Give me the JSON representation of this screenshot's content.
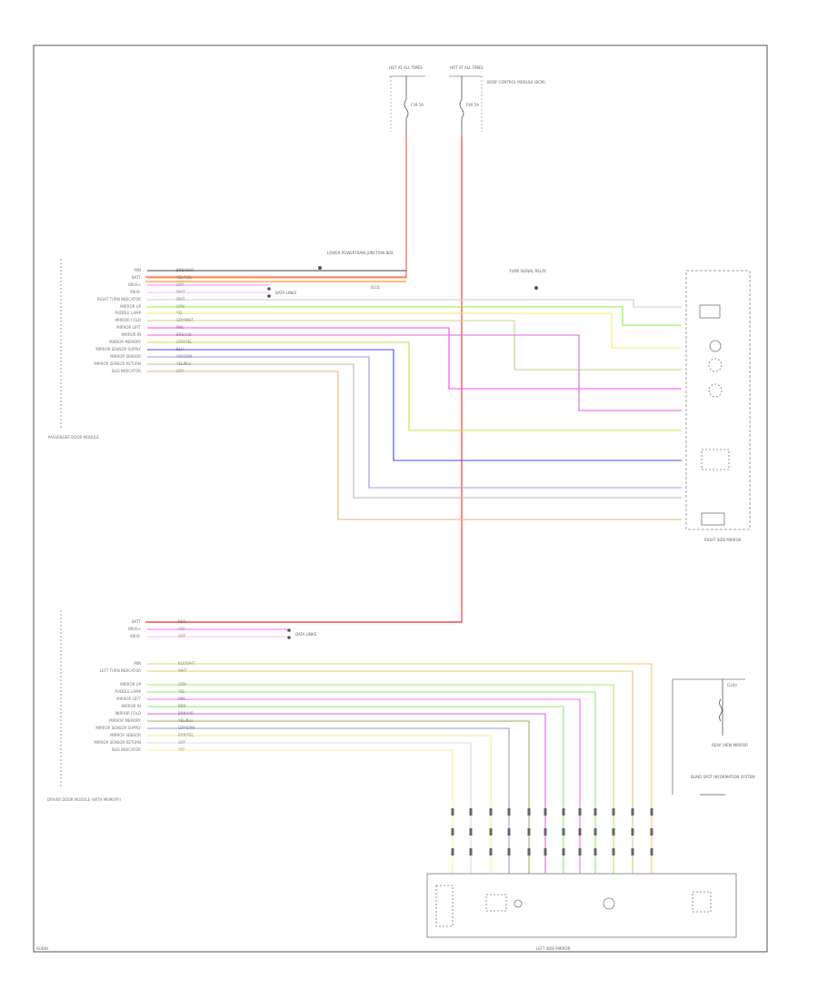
{
  "doc_id": "AUDIO",
  "top_module": {
    "name": "PASSENGER DOOR MODULE",
    "pins": [
      {
        "num": "",
        "label": "MIN",
        "color": "BRN/WHT",
        "circuit": "",
        "wire": "#444444"
      },
      {
        "num": "",
        "label": "BATT",
        "color": "YEL/RED",
        "circuit": "",
        "wire": "#ff9933"
      },
      {
        "num": "",
        "label": "VBUS+",
        "color": "GRY",
        "circuit": "",
        "wire": "#ff88ff"
      },
      {
        "num": "",
        "label": "VBUS-",
        "color": "WHT",
        "circuit": "",
        "wire": "#ffbbff"
      },
      {
        "num": "",
        "label": "RIGHT TURN INDICATOR",
        "color": "WHT",
        "circuit": "",
        "wire": "#cccccc"
      },
      {
        "num": "",
        "label": "MIRROR UP",
        "color": "GRN",
        "circuit": "",
        "wire": "#88ee44"
      },
      {
        "num": "",
        "label": "PUDDLE LAMP",
        "color": "YEL",
        "circuit": "",
        "wire": "#eeee66"
      },
      {
        "num": "",
        "label": "MIRROR FOLD",
        "color": "GRY/WHT",
        "circuit": "",
        "wire": "#cccc88"
      },
      {
        "num": "",
        "label": "MIRROR LEFT",
        "color": "PNK",
        "circuit": "",
        "wire": "#ff44ff"
      },
      {
        "num": "",
        "label": "MIRROR IN",
        "color": "BRN/VIO",
        "circuit": "",
        "wire": "#dd66dd"
      },
      {
        "num": "",
        "label": "MIRROR MEMORY",
        "color": "GRN/YEL",
        "circuit": "",
        "wire": "#ccdd44"
      },
      {
        "num": "",
        "label": "MIRROR SENSOR SUPPLY",
        "color": "BLU",
        "circuit": "",
        "wire": "#4444ff"
      },
      {
        "num": "",
        "label": "MIRROR SENSOR",
        "color": "VIO/ORN",
        "circuit": "",
        "wire": "#9999dd"
      },
      {
        "num": "",
        "label": "MIRROR SENSOR RETURN",
        "color": "YEL/BLU",
        "circuit": "",
        "wire": "#bbbbaa"
      },
      {
        "num": "",
        "label": "BLIS INDICATOR",
        "color": "GRY",
        "circuit": "",
        "wire": "#ddbb77"
      }
    ]
  },
  "bottom_module": {
    "name": "DRIVER DOOR MODULE (WITH MEMORY)",
    "pins": [
      {
        "num": "",
        "label": "BATT",
        "color": "RED",
        "circuit": "",
        "wire": "#ee4444"
      },
      {
        "num": "",
        "label": "VBUS+",
        "color": "VIO",
        "circuit": "",
        "wire": "#ff66ff"
      },
      {
        "num": "",
        "label": "VBUS-",
        "color": "GRY",
        "circuit": "",
        "wire": "#ffbbff"
      },
      {
        "num": "",
        "label": "MIN",
        "color": "BLK/WHT",
        "circuit": "",
        "wire": "#eecc77"
      },
      {
        "num": "",
        "label": "LEFT TURN INDICATOR",
        "color": "WHT",
        "circuit": "",
        "wire": "#ddcc77"
      },
      {
        "num": "",
        "label": "MIRROR UP",
        "color": "GRN",
        "circuit": "",
        "wire": "#aaee66"
      },
      {
        "num": "",
        "label": "PUDDLE LAMP",
        "color": "YEL",
        "circuit": "",
        "wire": "#88ee66"
      },
      {
        "num": "",
        "label": "MIRROR LEFT",
        "color": "PNK",
        "circuit": "",
        "wire": "#ff66ff"
      },
      {
        "num": "",
        "label": "MIRROR IN",
        "color": "BRN",
        "circuit": "",
        "wire": "#88ee66"
      },
      {
        "num": "",
        "label": "MIRROR FOLD",
        "color": "BRN/VIO",
        "circuit": "",
        "wire": "#dd66dd"
      },
      {
        "num": "",
        "label": "MIRROR MEMORY",
        "color": "YEL/BLU",
        "circuit": "",
        "wire": "#aaaa66"
      },
      {
        "num": "",
        "label": "MIRROR SENSOR SUPPLY",
        "color": "GRY/ORN",
        "circuit": "",
        "wire": "#9999dd"
      },
      {
        "num": "",
        "label": "MIRROR SENSOR",
        "color": "BRN/YEL",
        "circuit": "",
        "wire": "#eeee99"
      },
      {
        "num": "",
        "label": "MIRROR SENSOR RETURN",
        "color": "GRY",
        "circuit": "",
        "wire": "#dddddd"
      },
      {
        "num": "",
        "label": "BLIS INDICATOR",
        "color": "VIO",
        "circuit": "",
        "wire": "#ffee99"
      }
    ]
  },
  "top_fuses": {
    "left": {
      "title": "HOT AT ALL TIMES",
      "fuse": "F39 5A"
    },
    "right": {
      "title": "HOT AT ALL TIMES",
      "fuse": "F40 5A"
    },
    "note": "BODY CONTROL MODULE (BCM)"
  },
  "labels": {
    "lower_power": "LOWER POWERTRAIN JUNCTION BOX",
    "data_links": "DATA LINKS",
    "right_mirror": "RIGHT SIDE MIRROR",
    "left_mirror": "LEFT SIDE MIRROR",
    "blis_module": "BLIND SPOT INFORMATION SYSTEM",
    "relay_label": "TURN SIGNAL RELAY",
    "mirror_ref_label": "REAR VIEW MIRROR",
    "splice": "S101",
    "ground": "G100"
  },
  "colors": {
    "red_feed": "#ff5555",
    "frame": "#555555"
  }
}
